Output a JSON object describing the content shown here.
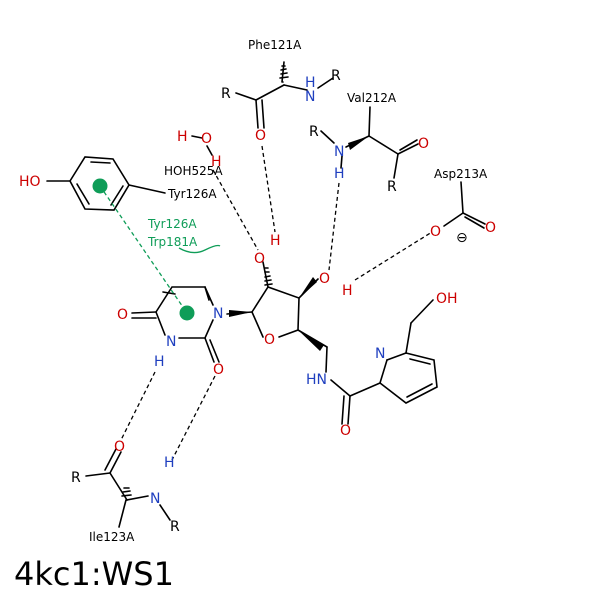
{
  "caption": "4kc1:WS1",
  "colors": {
    "bond": "#000000",
    "oxygen": "#cc0000",
    "nitrogen": "#1f3fbf",
    "interaction": "#0f9d58"
  },
  "residues": {
    "phe121": "Phe121A",
    "val212": "Val212A",
    "asp213": "Asp213A",
    "tyr126": "Tyr126A",
    "hoh525": "HOH525A",
    "ile123": "Ile123A"
  },
  "pi_stacking": {
    "label1": "Tyr126A",
    "label2": "Trp181A"
  },
  "atoms": {
    "R": "R",
    "O": "O",
    "N": "N",
    "H": "H",
    "HN": "HN",
    "OH": "OH",
    "HO": "HO",
    "minus": "⊖"
  }
}
